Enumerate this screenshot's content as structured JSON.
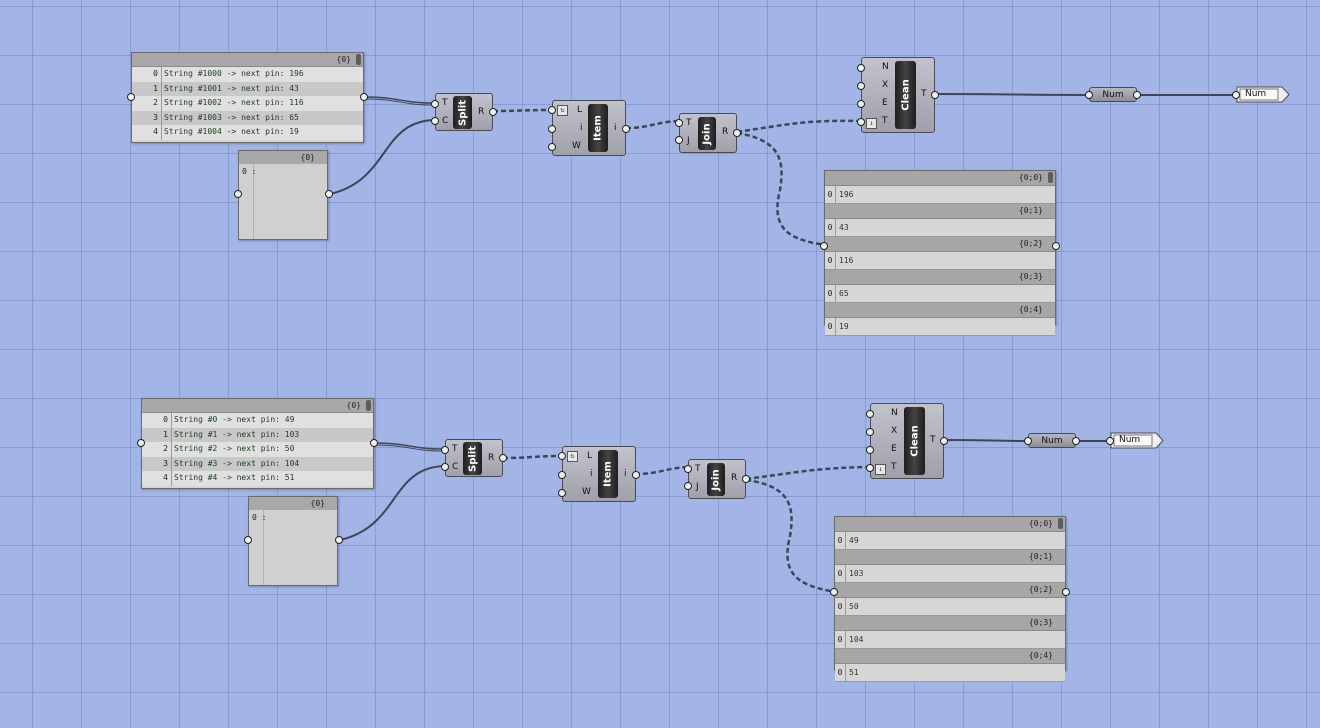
{
  "graph_top": {
    "input_panel": {
      "path": "{0}",
      "rows": [
        {
          "index": "0",
          "text": "String #1000 -> next pin: 196"
        },
        {
          "index": "1",
          "text": "String #1001 -> next pin: 43"
        },
        {
          "index": "2",
          "text": "String #1002 -> next pin: 116"
        },
        {
          "index": "3",
          "text": "String #1003 -> next pin: 65"
        },
        {
          "index": "4",
          "text": "String #1004 -> next pin: 19"
        }
      ]
    },
    "separator_panel": {
      "path": "{0}",
      "index": "0",
      "value": ":"
    },
    "split": {
      "name": "Split",
      "inputs": [
        "T",
        "C"
      ],
      "output": "R"
    },
    "item": {
      "name": "Item",
      "inputs": [
        "L",
        "i",
        "W"
      ],
      "output": "i"
    },
    "join": {
      "name": "Join",
      "inputs": [
        "T",
        "J"
      ],
      "output": "R"
    },
    "clean": {
      "name": "Clean",
      "inputs": [
        "N",
        "X",
        "E",
        "T"
      ],
      "output": "T"
    },
    "num_param": {
      "label": "Num"
    },
    "num_out": {
      "label": "Num"
    },
    "output_panel": {
      "branches": [
        {
          "path": "{0;0}",
          "index": "0",
          "value": "196"
        },
        {
          "path": "{0;1}",
          "index": "0",
          "value": "43"
        },
        {
          "path": "{0;2}",
          "index": "0",
          "value": "116"
        },
        {
          "path": "{0;3}",
          "index": "0",
          "value": "65"
        },
        {
          "path": "{0;4}",
          "index": "0",
          "value": "19"
        }
      ]
    }
  },
  "graph_bottom": {
    "input_panel": {
      "path": "{0}",
      "rows": [
        {
          "index": "0",
          "text": "String #0 -> next pin: 49"
        },
        {
          "index": "1",
          "text": "String #1 -> next pin: 103"
        },
        {
          "index": "2",
          "text": "String #2 -> next pin: 50"
        },
        {
          "index": "3",
          "text": "String #3 -> next pin: 104"
        },
        {
          "index": "4",
          "text": "String #4 -> next pin: 51"
        }
      ]
    },
    "separator_panel": {
      "path": "{0}",
      "index": "0",
      "value": ":"
    },
    "split": {
      "name": "Split",
      "inputs": [
        "T",
        "C"
      ],
      "output": "R"
    },
    "item": {
      "name": "Item",
      "inputs": [
        "L",
        "i",
        "W"
      ],
      "output": "i"
    },
    "join": {
      "name": "Join",
      "inputs": [
        "T",
        "J"
      ],
      "output": "R"
    },
    "clean": {
      "name": "Clean",
      "inputs": [
        "N",
        "X",
        "E",
        "T"
      ],
      "output": "T"
    },
    "num_param": {
      "label": "Num"
    },
    "num_out": {
      "label": "Num"
    },
    "output_panel": {
      "branches": [
        {
          "path": "{0;0}",
          "index": "0",
          "value": "49"
        },
        {
          "path": "{0;1}",
          "index": "0",
          "value": "103"
        },
        {
          "path": "{0;2}",
          "index": "0",
          "value": "50"
        },
        {
          "path": "{0;3}",
          "index": "0",
          "value": "104"
        },
        {
          "path": "{0;4}",
          "index": "0",
          "value": "51"
        }
      ]
    }
  },
  "colors": {
    "canvas": "#a3b5e6",
    "wire": "#454a60",
    "panel": "#d4d4d4",
    "component": "#b0b0ba"
  }
}
